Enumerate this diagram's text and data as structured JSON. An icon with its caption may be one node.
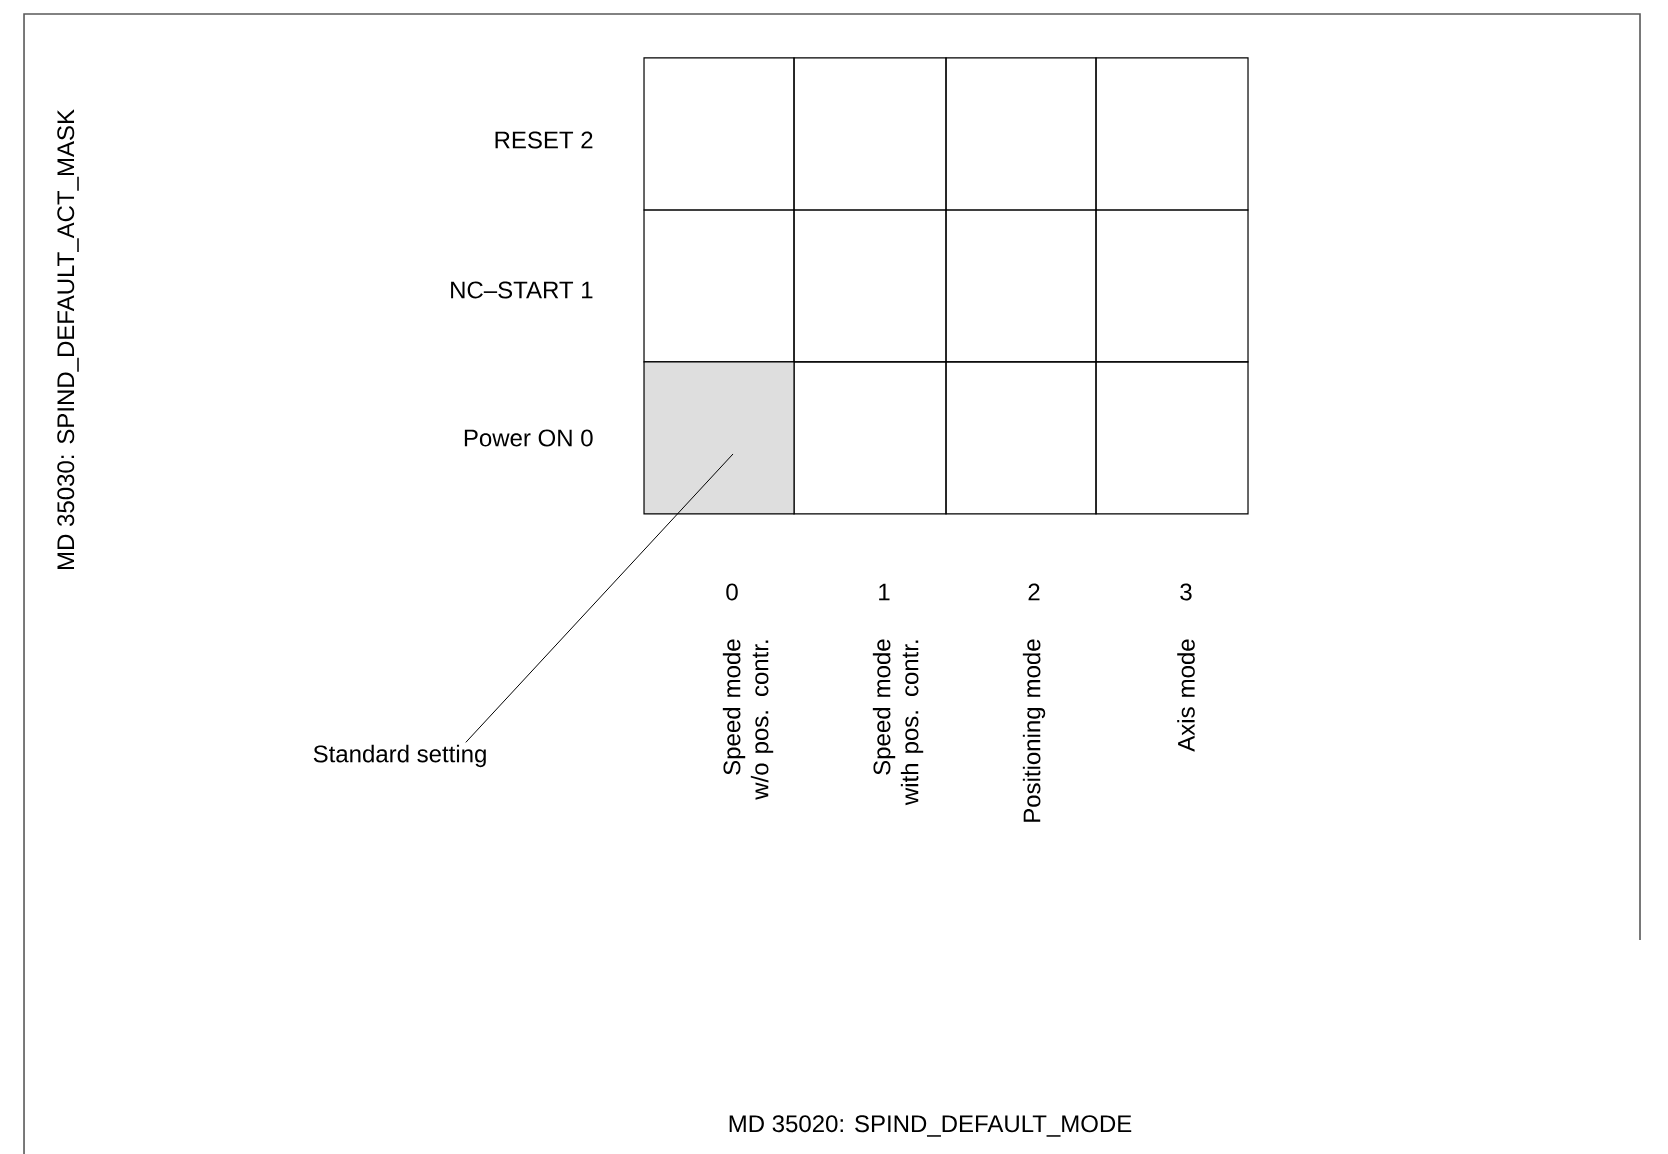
{
  "diagram": {
    "nodes": [
      {
        "text": [
          "Standard setting"
        ]
      },
      {
        "text": [],
        "shape": "box"
      }
    ],
    "edges": [
      {
        "from": 0,
        "to": 1,
        "arrow": "none"
      }
    ],
    "labels": [
      "MD 35030: SPIND_DEFAULT_ACT_MASK",
      "RESET 2",
      "NC–START 1",
      "Power ON 0",
      "0",
      "1",
      "2",
      "3",
      "Speed mode w/o pos. contr.",
      "Speed mode with pos. contr.",
      "Positioning mode",
      "Axis mode",
      "MD 35020: SPIND_DEFAULT_MODE"
    ]
  }
}
